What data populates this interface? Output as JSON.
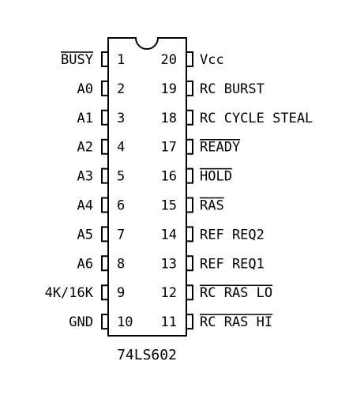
{
  "chip": {
    "name": "74LS602",
    "pins_left": [
      {
        "number": "1",
        "label": "BUSY",
        "overline": true
      },
      {
        "number": "2",
        "label": "A0",
        "overline": false
      },
      {
        "number": "3",
        "label": "A1",
        "overline": false
      },
      {
        "number": "4",
        "label": "A2",
        "overline": false
      },
      {
        "number": "5",
        "label": "A3",
        "overline": false
      },
      {
        "number": "6",
        "label": "A4",
        "overline": false
      },
      {
        "number": "7",
        "label": "A5",
        "overline": false
      },
      {
        "number": "8",
        "label": "A6",
        "overline": false
      },
      {
        "number": "9",
        "label": "4K/16K",
        "overline": false
      },
      {
        "number": "10",
        "label": "GND",
        "overline": false
      }
    ],
    "pins_right": [
      {
        "number": "20",
        "label": "Vcc",
        "overline": false
      },
      {
        "number": "19",
        "label": "RC BURST",
        "overline": false
      },
      {
        "number": "18",
        "label": "RC CYCLE STEAL",
        "overline": false
      },
      {
        "number": "17",
        "label": "READY",
        "overline": true
      },
      {
        "number": "16",
        "label": "HOLD",
        "overline": true
      },
      {
        "number": "15",
        "label": "RAS",
        "overline": true
      },
      {
        "number": "14",
        "label": "REF REQ2",
        "overline": false
      },
      {
        "number": "13",
        "label": "REF REQ1",
        "overline": false
      },
      {
        "number": "12",
        "label": "RC RAS LO",
        "overline": true
      },
      {
        "number": "11",
        "label": "RC RAS HI",
        "overline": true
      }
    ]
  }
}
